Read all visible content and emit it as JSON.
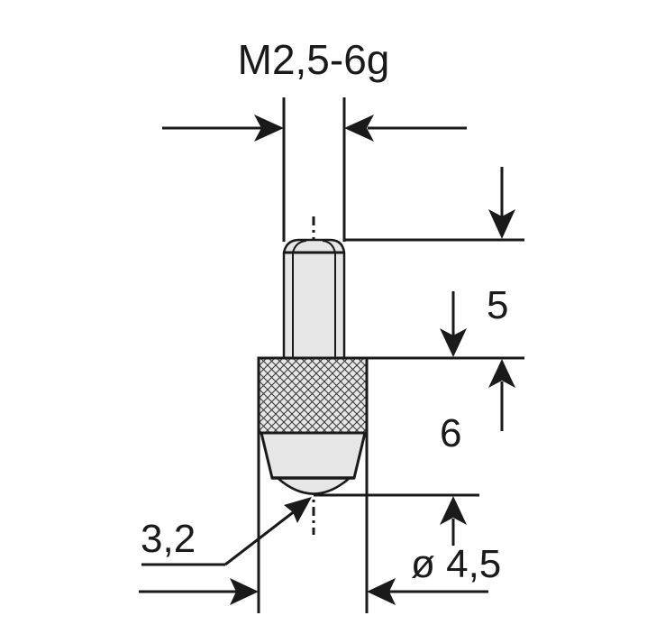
{
  "drawing": {
    "title": "M2,5-6g",
    "dimensions": {
      "thread_length": "5",
      "body_length": "6",
      "tip_radius": "3,2",
      "diameter": "ø 4,5"
    }
  },
  "colors": {
    "line": "#1a1a1a",
    "fill": "#e6e6e6",
    "background": "#ffffff"
  }
}
